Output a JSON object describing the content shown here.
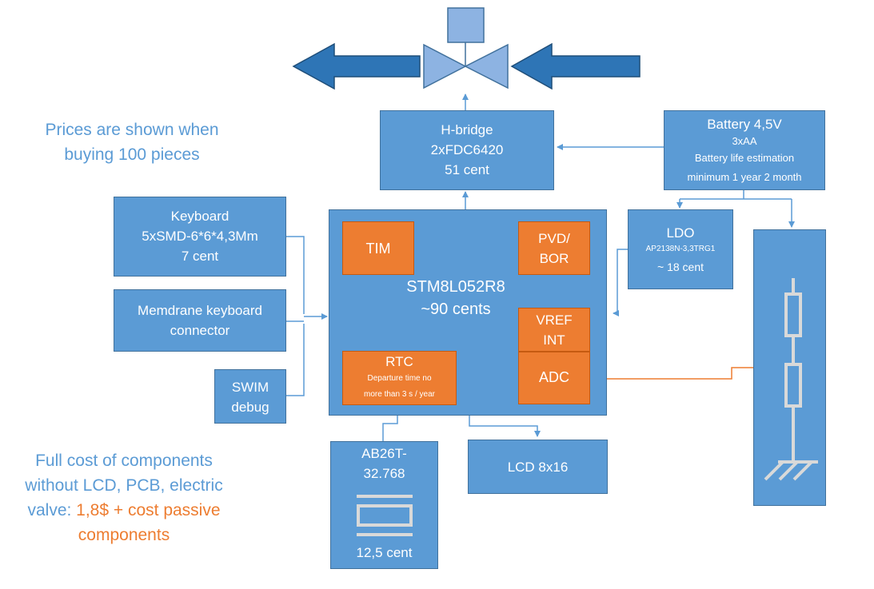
{
  "price_note": [
    "Prices are shown when",
    "buying 100 pieces"
  ],
  "cost_note": {
    "lines": [
      "Full cost of components",
      "without LCD, PCB, electric"
    ],
    "line3_prefix": "valve: ",
    "line3_highlight": "1,8$ + cost passive",
    "line4_highlight": "components"
  },
  "hbridge": {
    "title": "H-bridge",
    "part": "2xFDC6420",
    "price": "51 cent"
  },
  "battery": {
    "title": "Battery 4,5V",
    "type": "3xAA",
    "life_label": "Battery life estimation",
    "life_value": "minimum 1 year 2 month"
  },
  "keyboard": {
    "title": "Keyboard",
    "part": "5xSMD-6*6*4,3Mm",
    "price": "7 cent"
  },
  "membrane": {
    "line1": "Memdrane keyboard",
    "line2": "connector"
  },
  "swim": {
    "line1": "SWIM",
    "line2": "debug"
  },
  "mcu": {
    "name": "STM8L052R8",
    "price": "~90 cents"
  },
  "tim": {
    "label": "TIM"
  },
  "pvd": {
    "line1": "PVD/",
    "line2": "BOR"
  },
  "vref": {
    "line1": "VREF",
    "line2": "INT"
  },
  "adc": {
    "label": "ADC"
  },
  "rtc": {
    "title": "RTC",
    "line1": "Departure time no",
    "line2": "more than 3 s / year"
  },
  "ldo": {
    "title": "LDO",
    "part": "AP2138N-3,3TRG1",
    "price": "~ 18 cent"
  },
  "crystal": {
    "line1": "AB26T-",
    "line2": "32.768",
    "price": "12,5 cent"
  },
  "lcd": {
    "label": "LCD 8x16"
  },
  "colors": {
    "block": "#5b9bd5",
    "block_border": "#41719c",
    "accent": "#ed7d31",
    "text_blue": "#5b9bd5",
    "valve_fill": "#8db3e2",
    "arrow_fill": "#2e75b6"
  }
}
